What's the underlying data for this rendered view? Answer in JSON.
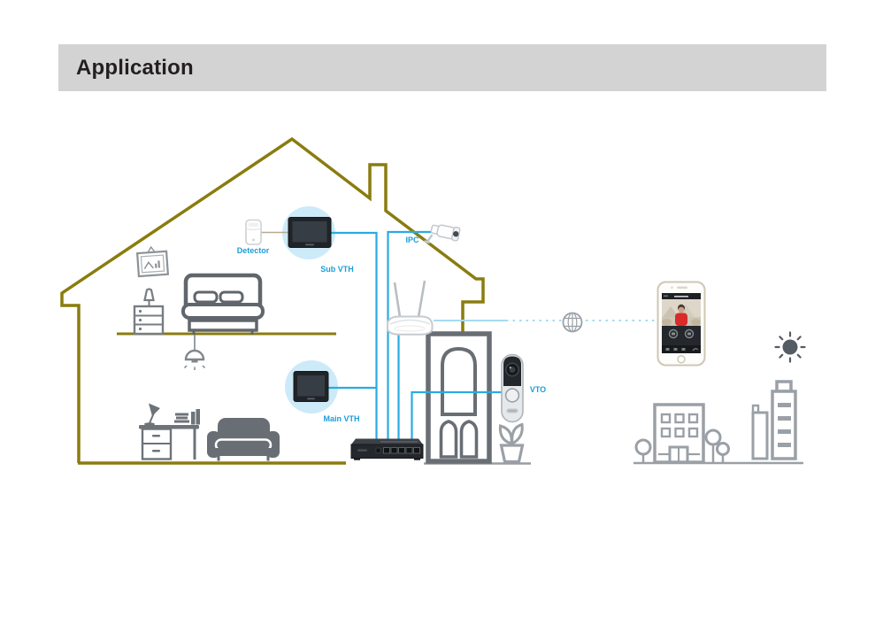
{
  "header": {
    "title": "Application"
  },
  "diagram": {
    "labels": {
      "detector": "Detector",
      "sub_vth": "Sub VTH",
      "ipc": "IPC",
      "main_vth": "Main VTH",
      "vto": "VTO"
    },
    "colors": {
      "header_bg": "#d3d3d3",
      "header_text": "#231f20",
      "house_outline": "#8a7c0f",
      "network_line": "#29abe2",
      "internet_line": "#a5dcf2",
      "label_text": "#1b9ed9",
      "device_circle_bg": "#cdeaf8",
      "furniture_gray": "#686e74",
      "city_gray": "#9aa0a6",
      "device_dark": "#24282c",
      "phone_shirt_red": "#d92b2b"
    }
  }
}
